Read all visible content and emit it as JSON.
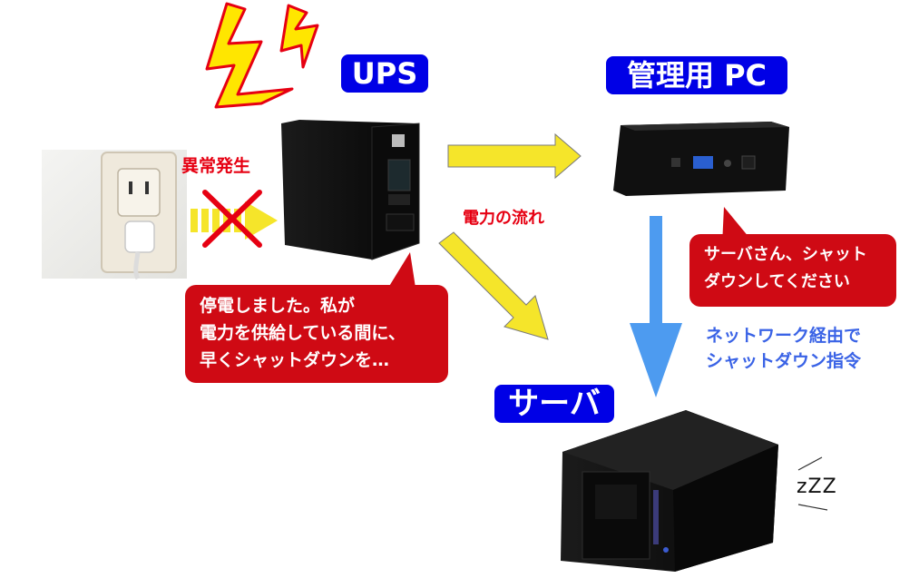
{
  "labels": {
    "ups": "UPS",
    "pc": "管理用 PC",
    "server": "サーバ",
    "anomaly": "異常発生",
    "power_flow": "電力の流れ",
    "network_note": [
      "ネットワーク経由で",
      "シャットダウン指令"
    ],
    "sleep": "zZZ"
  },
  "bubbles": {
    "ups_message": [
      "停電しました。私が",
      "電力を供給している間に、",
      "早くシャットダウンを…"
    ],
    "pc_message": [
      "サーバさん、シャット",
      "ダウンしてください"
    ]
  },
  "colors": {
    "tag_blue": "#0000e6",
    "alert_red": "#e60012",
    "arrow_yellow": "#f5e52a",
    "arrow_blue": "#4d9bf0",
    "note_blue": "#3a63e6",
    "lightning": "#ffe600"
  },
  "icons": [
    "lightning-icon",
    "wall-outlet",
    "cross-icon",
    "ups-device",
    "mini-pc",
    "server-case"
  ]
}
